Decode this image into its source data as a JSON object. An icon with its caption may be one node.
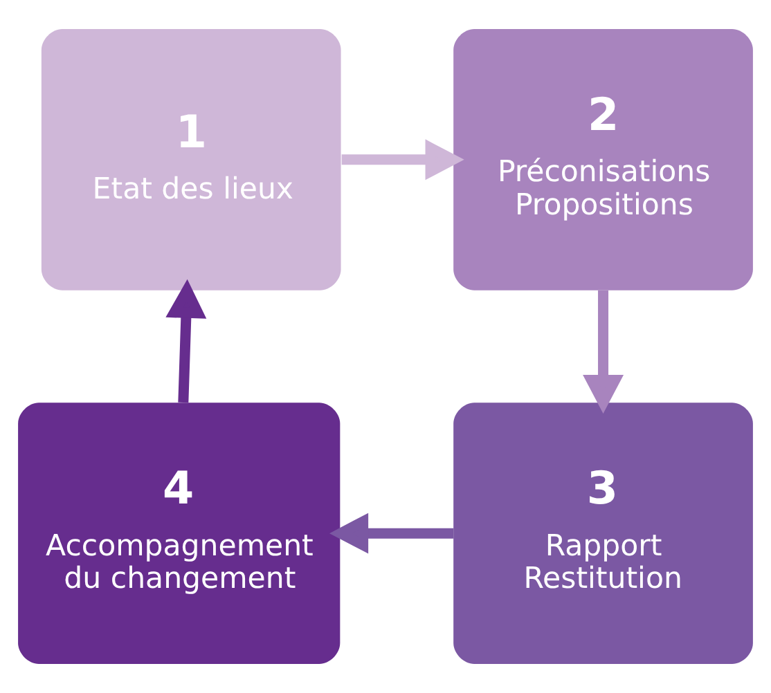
{
  "diagram": {
    "nodes": [
      {
        "text": [
          "1",
          "Etat des lieux"
        ]
      },
      {
        "text": [
          "2",
          "Préconisations Propositions"
        ]
      },
      {
        "text": [
          "3",
          "Rapport Restitution"
        ]
      },
      {
        "text": [
          "4",
          "Accompagnement du changement"
        ]
      }
    ],
    "edges": [
      {
        "from": 0,
        "to": 1,
        "arrow": "to",
        "color": "#cfb7d8"
      },
      {
        "from": 1,
        "to": 2,
        "arrow": "to",
        "color": "#a884be"
      },
      {
        "from": 2,
        "to": 3,
        "arrow": "to",
        "color": "#7b58a3"
      },
      {
        "from": 3,
        "to": 0,
        "arrow": "to",
        "color": "#662d8e"
      }
    ]
  }
}
